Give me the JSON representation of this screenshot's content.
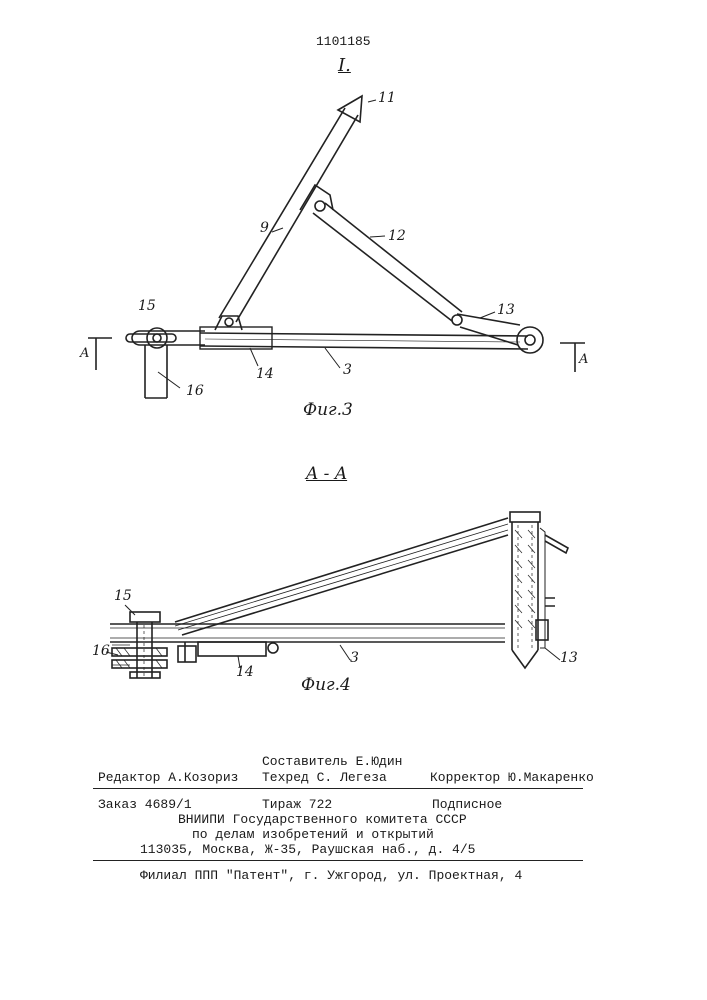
{
  "header": {
    "patent_number": "1101185",
    "view_label": "I."
  },
  "figure3": {
    "caption": "Фиг.3",
    "section_mark": "A",
    "labels": {
      "l3": "3",
      "l9": "9",
      "l11": "11",
      "l12": "12",
      "l13": "13",
      "l14": "14",
      "l15": "15",
      "l16": "16"
    }
  },
  "figure4": {
    "section_title": "A - A",
    "caption": "Фиг.4",
    "labels": {
      "l3": "3",
      "l13": "13",
      "l14": "14",
      "l15": "15",
      "l16": "16"
    }
  },
  "colophon": {
    "compiler": "Составитель Е.Юдин",
    "editor": "Редактор А.Козориз",
    "techred": "Техред С. Легеза",
    "corrector": "Корректор Ю.Макаренко",
    "order": "Заказ 4689/1",
    "circulation": "Тираж 722",
    "subscription": "Подписное",
    "institute": "ВНИИПИ Государственного комитета СССР",
    "affairs": "по делам изобретений и открытий",
    "address": "113035, Москва, Ж-35, Раушская наб., д. 4/5",
    "branch": "Филиал ППП \"Патент\", г. Ужгород, ул. Проектная, 4"
  }
}
